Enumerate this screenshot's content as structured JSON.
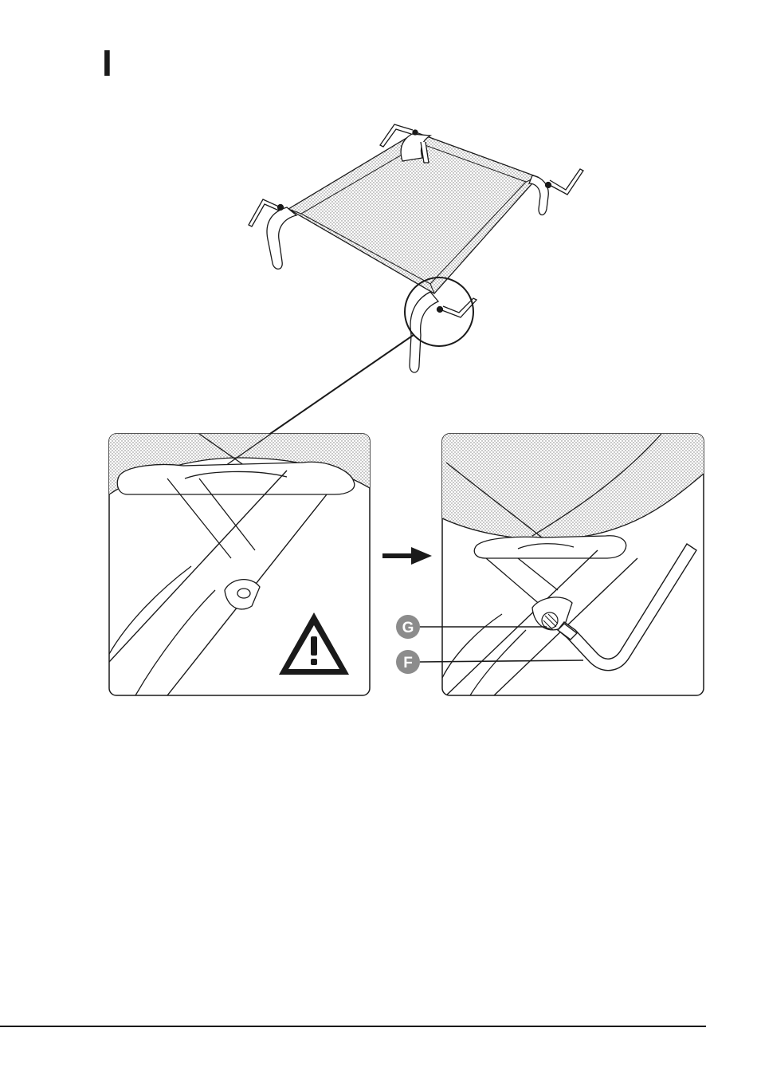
{
  "step": {
    "label": "I"
  },
  "callouts": [
    {
      "id": "G",
      "label": "G",
      "color": "#8c8c8c"
    },
    {
      "id": "F",
      "label": "F",
      "color": "#8c8c8c"
    }
  ],
  "icons": {
    "warning": "warning-triangle-icon",
    "arrow": "right-arrow-icon"
  },
  "colors": {
    "line": "#1a1a1a",
    "mesh": "#9a9a9a",
    "callout": "#8c8c8c"
  }
}
